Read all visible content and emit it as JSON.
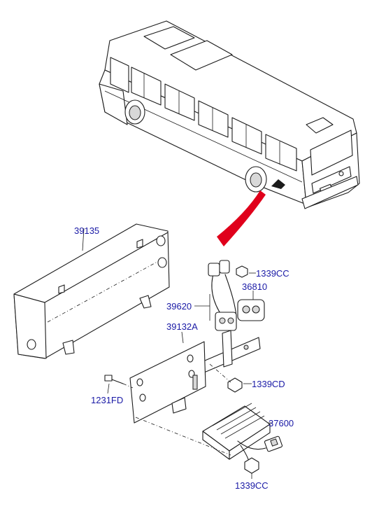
{
  "parts": {
    "p39135": "39135",
    "p1339CC_top": "1339CC",
    "p36810": "36810",
    "p39620": "39620",
    "p39132A": "39132A",
    "p1339CD": "1339CD",
    "p1231FD": "1231FD",
    "p37600": "37600",
    "p1339CC_bottom": "1339CC"
  },
  "colors": {
    "label": "#1a1aa6",
    "pointer_arrow": "#e0001b",
    "line": "#1b1b1b"
  }
}
